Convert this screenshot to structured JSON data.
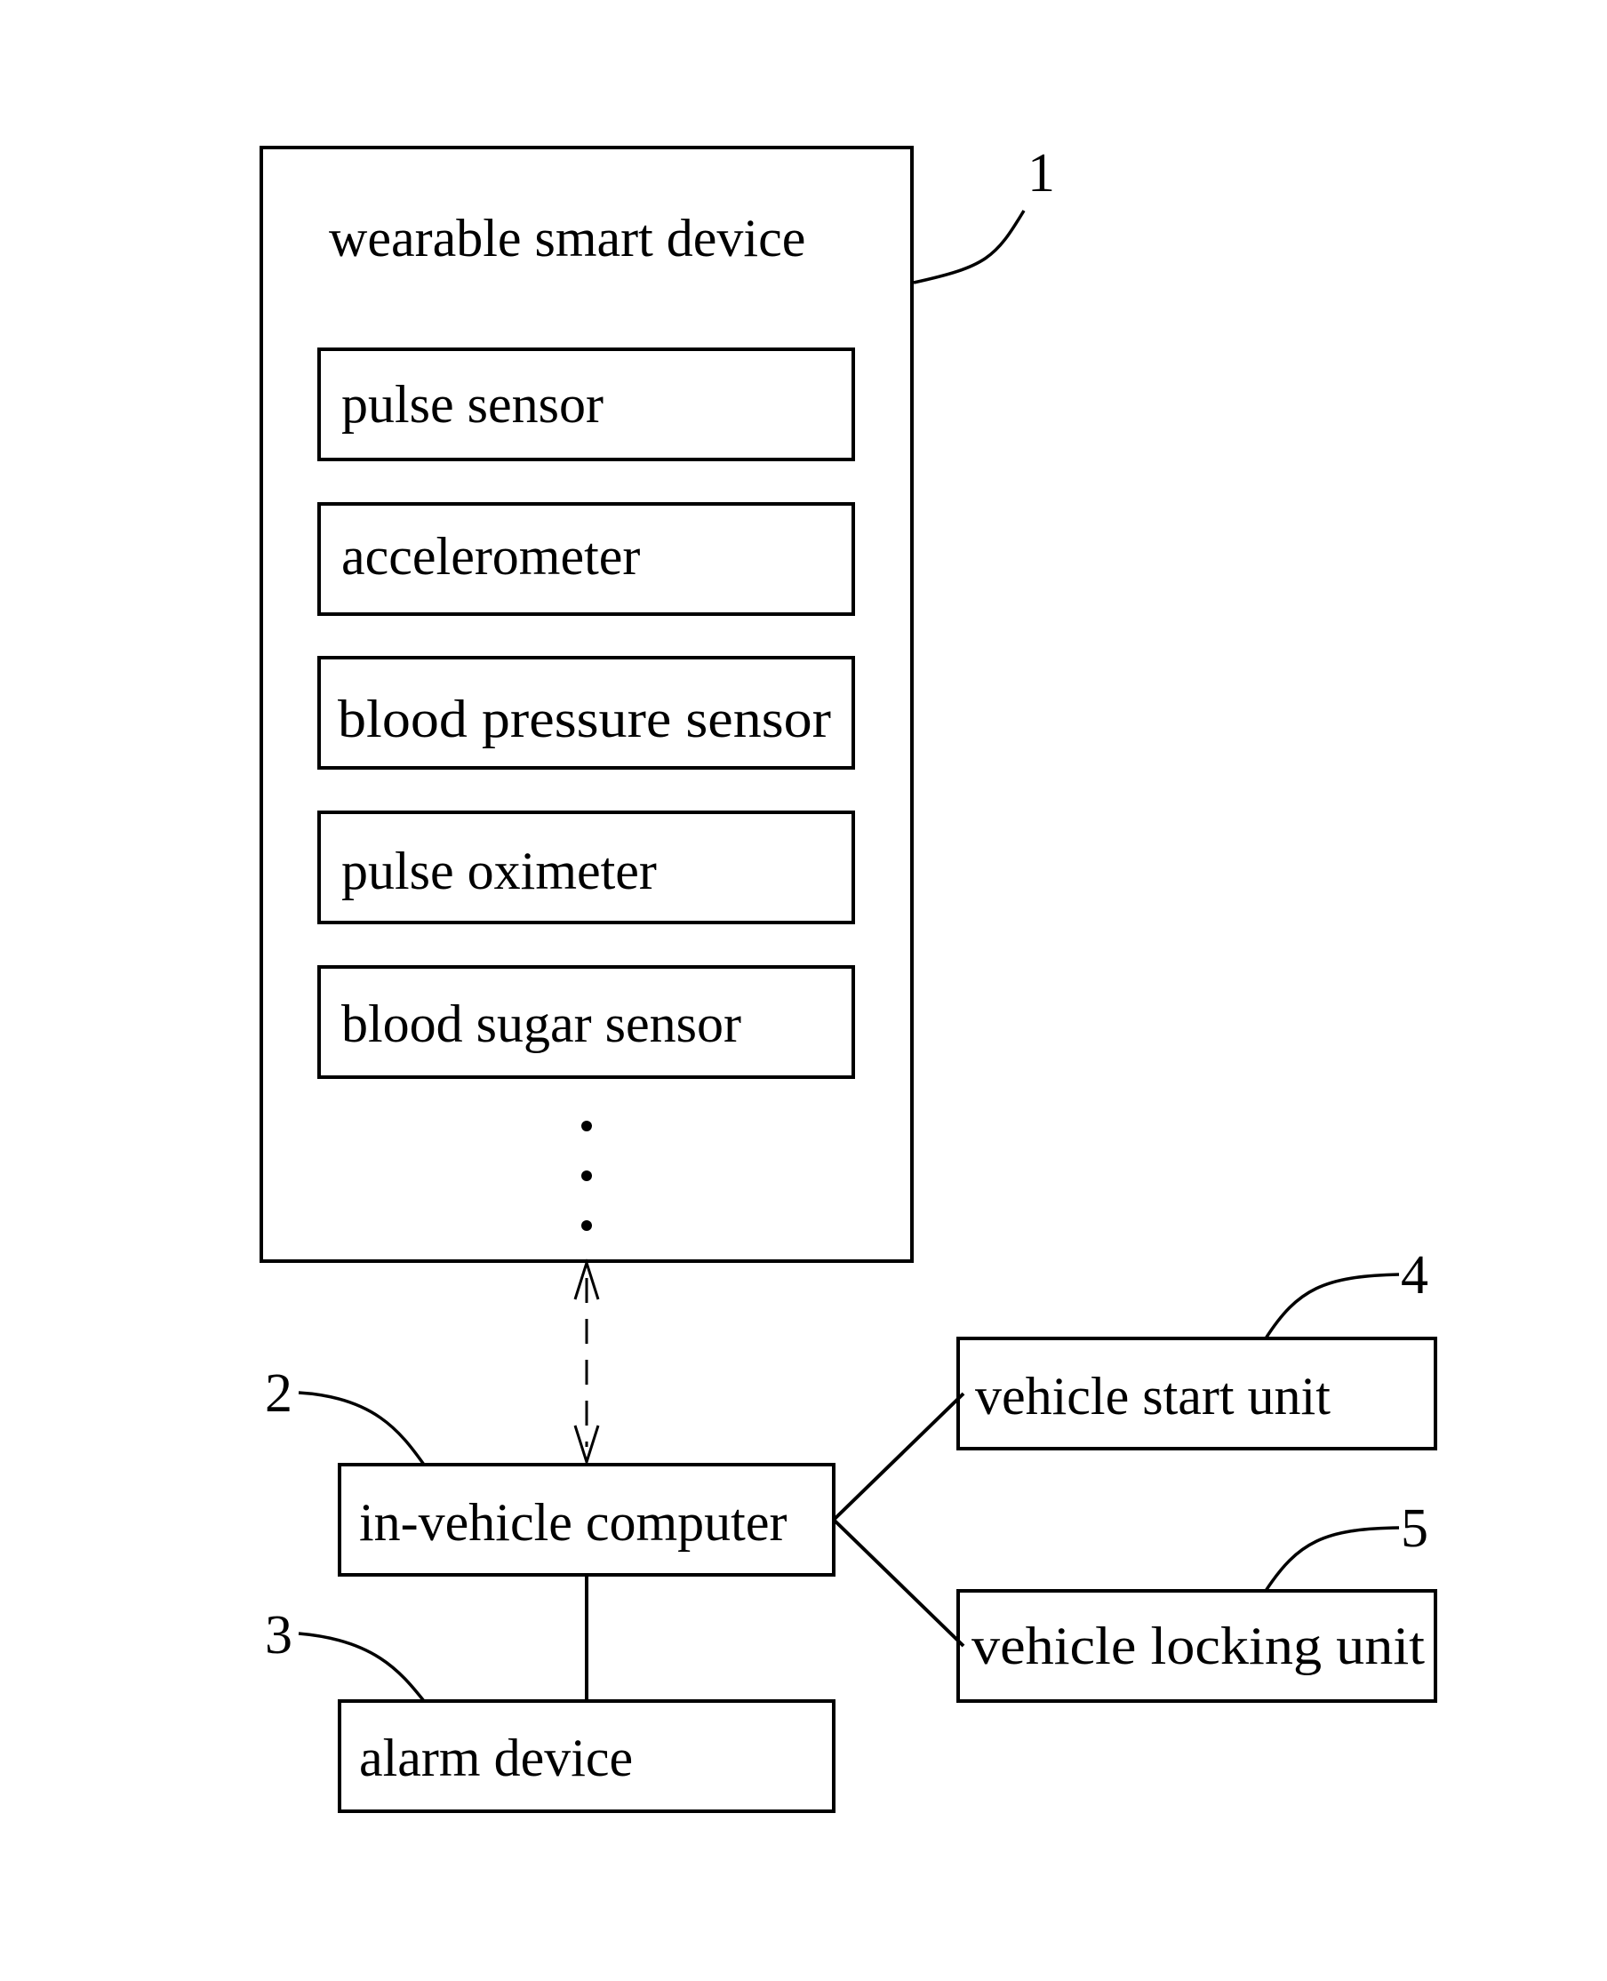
{
  "diagram": {
    "wearable": {
      "title": "wearable smart device",
      "ref": "1",
      "sensors": [
        "pulse sensor",
        "accelerometer",
        "blood pressure sensor",
        "pulse oximeter",
        "blood sugar sensor"
      ],
      "continuation": "ellipsis-dots"
    },
    "computer": {
      "label": "in-vehicle computer",
      "ref": "2"
    },
    "alarm": {
      "label": "alarm device",
      "ref": "3"
    },
    "start_unit": {
      "label": "vehicle start unit",
      "ref": "4"
    },
    "locking_unit": {
      "label": "vehicle locking unit",
      "ref": "5"
    },
    "connections": [
      {
        "from": "wearable",
        "to": "computer",
        "style": "dashed",
        "arrows": "both"
      },
      {
        "from": "computer",
        "to": "start_unit",
        "style": "solid"
      },
      {
        "from": "computer",
        "to": "locking_unit",
        "style": "solid"
      },
      {
        "from": "computer",
        "to": "alarm",
        "style": "solid"
      }
    ],
    "colors": {
      "stroke": "#000000",
      "background": "#ffffff"
    }
  }
}
